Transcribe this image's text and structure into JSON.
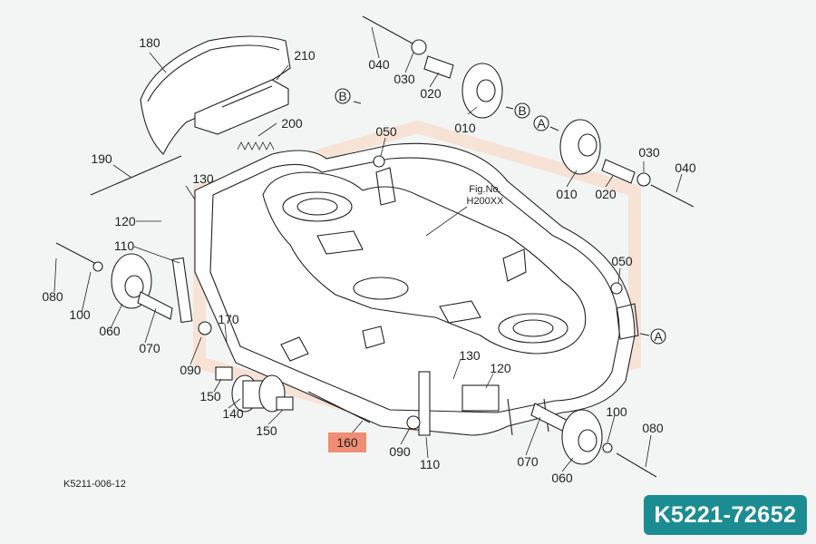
{
  "parts": {
    "p180": "180",
    "p210": "210",
    "p200": "200",
    "p190": "190",
    "p130a": "130",
    "p120a": "120",
    "p110a": "110",
    "p080a": "080",
    "p100a": "100",
    "p060a": "060",
    "p070a": "070",
    "p090a": "090",
    "p170": "170",
    "p150a": "150",
    "p140": "140",
    "p150b": "150",
    "p160": "160",
    "p090b": "090",
    "p110b": "110",
    "p130b": "130",
    "p120b": "120",
    "p070b": "070",
    "p060b": "060",
    "p100b": "100",
    "p080b": "080",
    "p050a": "050",
    "p050b": "050",
    "p040a": "040",
    "p030a": "030",
    "p020a": "020",
    "p010a": "010",
    "p010b": "010",
    "p020b": "020",
    "p030b": "030",
    "p040b": "040"
  },
  "refs": {
    "a": "A",
    "b": "B"
  },
  "fig_ref": {
    "line1": "Fig.No.",
    "line2": "H200XX"
  },
  "drawing_code": "K5211-006-12",
  "part_number": "K5221-72652",
  "colors": {
    "highlight": "#f08d74",
    "badge": "#1c8c93",
    "watermark": "#f6e3d6"
  }
}
